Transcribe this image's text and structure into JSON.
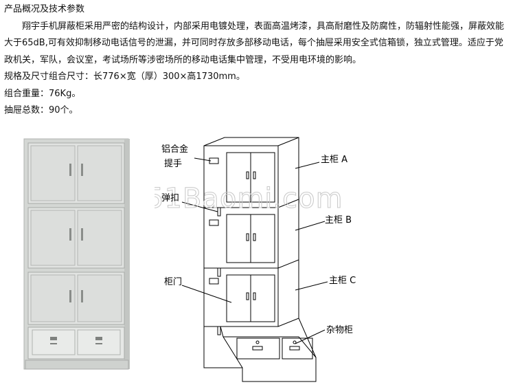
{
  "heading": "产品概况及技术参数",
  "description": "翔宇手机屏蔽柜采用严密的结构设计，内部采用电镀处理，表面高温烤漆，具高耐磨性及防腐性，防辐射性能强，屏蔽效能大于65dB,可有效抑制移动电话信号的泄漏，并可同时存放多部移动电话，每个抽屉采用安全式信箱锁，独立式管理。适应于党政机关，军队，会议室，考试场所等涉密场所的移动电话集中管理，不受用电环境的影响。",
  "specs": {
    "size": "规格及尺寸组合尺寸：长776×宽（厚）300×高1730mm。",
    "weight": "组合重量：76Kg。",
    "drawers": "抽屉总数：90个。"
  },
  "diagram": {
    "watermark": "51Baomi.com",
    "labels": {
      "handle_line1": "铝合金",
      "handle_line2": "提手",
      "latch": "弹扣",
      "door": "柜门",
      "cabinet_a": "主柜 A",
      "cabinet_b": "主柜 B",
      "cabinet_c": "主柜 C",
      "misc": "杂物柜"
    },
    "return_mark": "↵"
  },
  "colors": {
    "photo_body": "#d9dcd9",
    "photo_shadow": "#b9bcb9",
    "line": "#000000"
  }
}
